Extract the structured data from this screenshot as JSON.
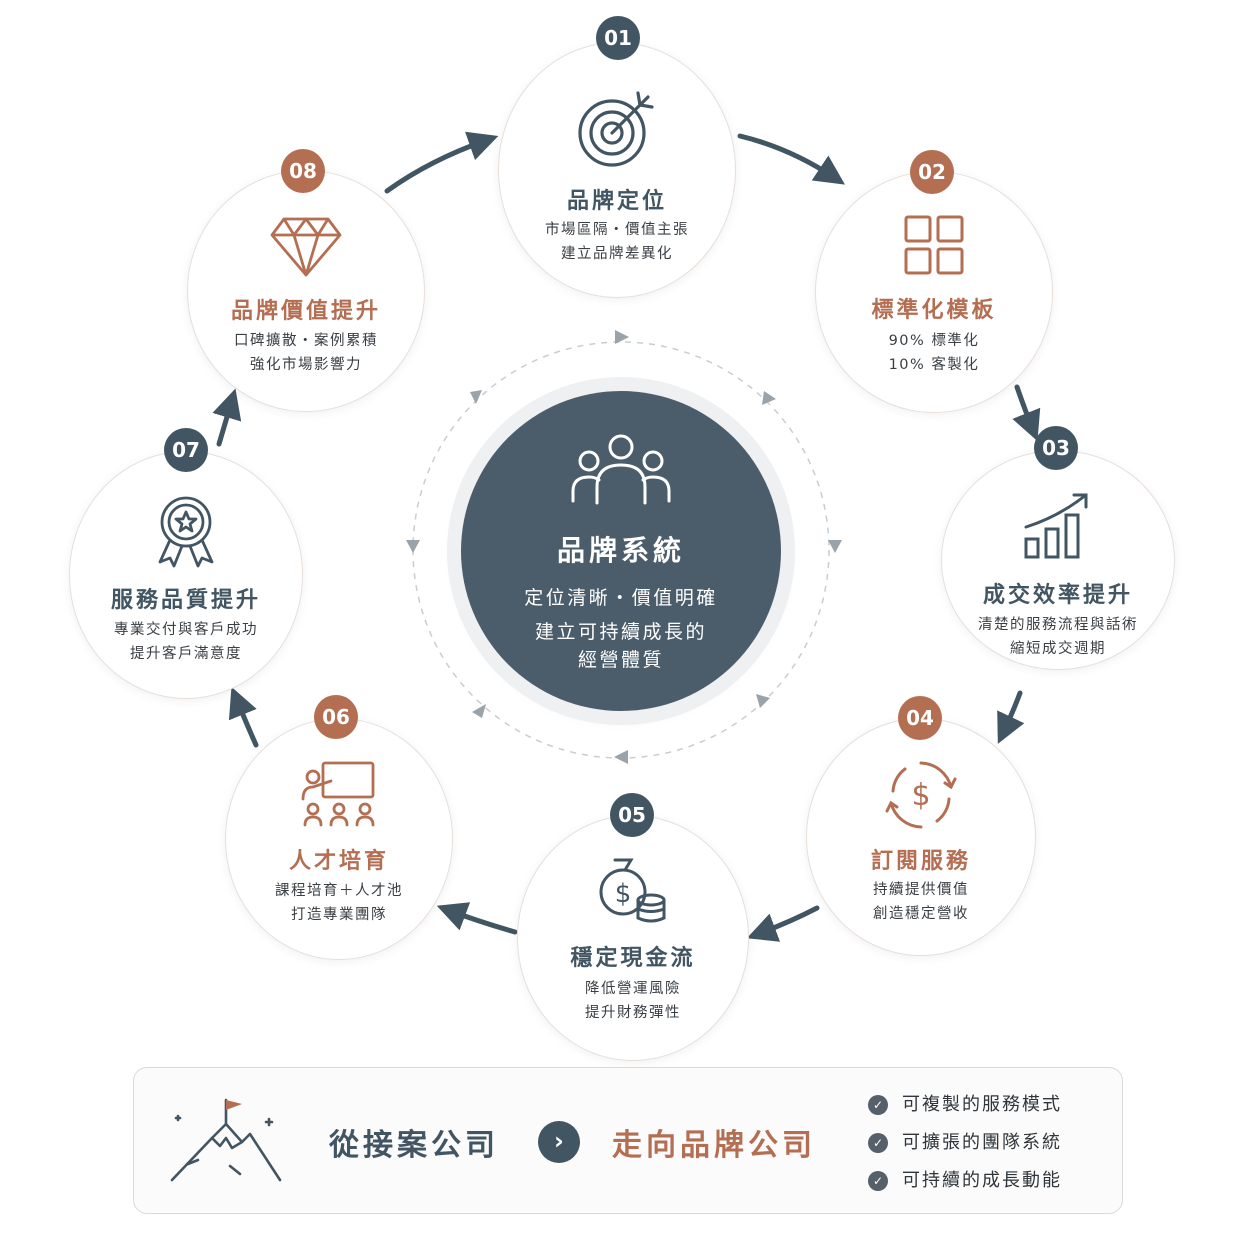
{
  "center": {
    "title": "品牌系統",
    "line1": "定位清晰・價值明確",
    "line2": "建立可持續成長的",
    "line3": "經營體質",
    "icon": "people-group-icon"
  },
  "steps": [
    {
      "num": "01",
      "title": "品牌定位",
      "sub1": "市場區隔・價值主張",
      "sub2": "建立品牌差異化",
      "icon": "target-icon",
      "accent": "slate"
    },
    {
      "num": "02",
      "title": "標準化模板",
      "sub1": "90% 標準化",
      "sub2": "10% 客製化",
      "icon": "grid-template-icon",
      "accent": "copper"
    },
    {
      "num": "03",
      "title": "成交效率提升",
      "sub1": "清楚的服務流程與話術",
      "sub2": "縮短成交週期",
      "icon": "growth-chart-icon",
      "accent": "slate"
    },
    {
      "num": "04",
      "title": "訂閱服務",
      "sub1": "持續提供價值",
      "sub2": "創造穩定營收",
      "icon": "recurring-dollar-icon",
      "accent": "copper"
    },
    {
      "num": "05",
      "title": "穩定現金流",
      "sub1": "降低營運風險",
      "sub2": "提升財務彈性",
      "icon": "money-bag-coins-icon",
      "accent": "slate"
    },
    {
      "num": "06",
      "title": "人才培育",
      "sub1": "課程培育＋人才池",
      "sub2": "打造專業團隊",
      "icon": "training-presentation-icon",
      "accent": "copper"
    },
    {
      "num": "07",
      "title": "服務品質提升",
      "sub1": "專業交付與客戶成功",
      "sub2": "提升客戶滿意度",
      "icon": "award-badge-icon",
      "accent": "slate"
    },
    {
      "num": "08",
      "title": "品牌價值提升",
      "sub1": "口碑擴散・案例累積",
      "sub2": "強化市場影響力",
      "icon": "diamond-icon",
      "accent": "copper"
    }
  ],
  "banner": {
    "from": "從接案公司",
    "to": "走向品牌公司",
    "icon": "mountain-flag-icon",
    "benefits": [
      "可複製的服務模式",
      "可擴張的團隊系統",
      "可持續的成長動能"
    ]
  },
  "colors": {
    "slate": "#425563",
    "copper": "#b46e52",
    "centerFill": "#4b5d6a",
    "arrow": "#425563"
  }
}
